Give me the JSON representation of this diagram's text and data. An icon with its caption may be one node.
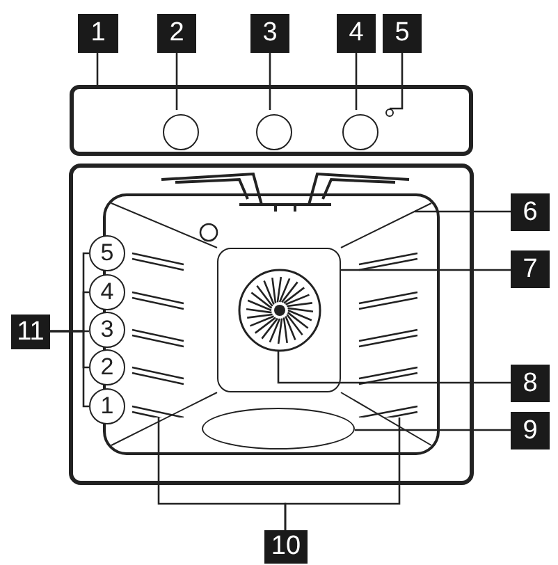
{
  "diagram": {
    "nodes": [
      {
        "text": [
          "1"
        ]
      },
      {
        "text": [
          "2"
        ]
      },
      {
        "text": [
          "3"
        ]
      },
      {
        "text": [
          "4"
        ]
      },
      {
        "text": [
          "5"
        ]
      },
      {
        "text": [
          "6"
        ]
      },
      {
        "text": [
          "7"
        ]
      },
      {
        "text": [
          "8"
        ]
      },
      {
        "text": [
          "9"
        ]
      },
      {
        "text": [
          "10"
        ]
      },
      {
        "text": [
          "11"
        ]
      },
      {
        "text": [
          "5"
        ]
      },
      {
        "text": [
          "4"
        ]
      },
      {
        "text": [
          "3"
        ]
      },
      {
        "text": [
          "2"
        ]
      },
      {
        "text": [
          "1"
        ]
      },
      {
        "text": [],
        "shape": "box"
      },
      {
        "text": [],
        "shape": "circle",
        "in": 16
      },
      {
        "text": [],
        "shape": "circle",
        "in": 16
      },
      {
        "text": [],
        "shape": "circle",
        "in": 16
      },
      {
        "text": [],
        "shape": "circle",
        "in": 16
      },
      {
        "text": [],
        "shape": "coil"
      },
      {
        "text": [],
        "shape": "box"
      },
      {
        "text": [],
        "shape": "fan",
        "in": 22
      },
      {
        "text": [],
        "shape": "ellipse"
      },
      {
        "text": [],
        "shape": "rack"
      },
      {
        "text": [],
        "shape": "rack"
      }
    ],
    "edges": [
      {
        "from": 0,
        "to": 16,
        "arrow": "none"
      },
      {
        "from": 1,
        "to": 17,
        "arrow": "none"
      },
      {
        "from": 2,
        "to": 18,
        "arrow": "none"
      },
      {
        "from": 3,
        "to": 19,
        "arrow": "none"
      },
      {
        "from": 4,
        "to": 20,
        "arrow": "none"
      },
      {
        "from": 5,
        "to": 21,
        "arrow": "none"
      },
      {
        "from": 6,
        "to": 22,
        "arrow": "none"
      },
      {
        "from": 7,
        "to": 23,
        "arrow": "none"
      },
      {
        "from": 8,
        "to": 24,
        "arrow": "none"
      },
      {
        "from": 9,
        "to": 25,
        "arrow": "none"
      },
      {
        "from": 9,
        "to": 26,
        "arrow": "none"
      },
      {
        "from": 10,
        "to": 11,
        "arrow": "none"
      },
      {
        "from": 10,
        "to": 12,
        "arrow": "none"
      },
      {
        "from": 10,
        "to": 13,
        "arrow": "none"
      },
      {
        "from": 10,
        "to": 14,
        "arrow": "none"
      },
      {
        "from": 10,
        "to": 15,
        "arrow": "none"
      }
    ]
  }
}
